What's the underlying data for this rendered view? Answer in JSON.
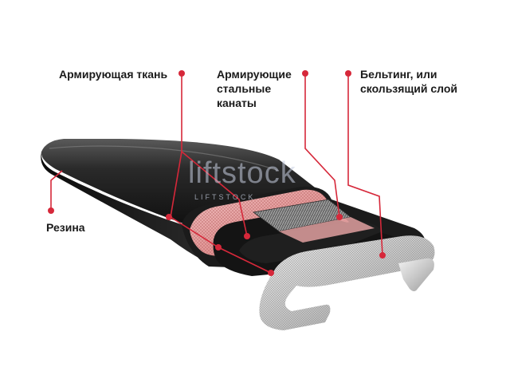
{
  "labels": {
    "fabric": "Армирующая ткань",
    "cables": "Армирующие\nстальные\nканаты",
    "belting": "Бельтинг, или\nскользящий слой",
    "rubber": "Резина"
  },
  "watermark": {
    "text": "liftstock",
    "subtext": "LIFTSTOCK"
  },
  "colors": {
    "callout": "#d6283a",
    "rubber": "#1e1e1e",
    "fabric": "#e7a7a7",
    "belting": "#d9d9d9",
    "steel": "#555555"
  }
}
